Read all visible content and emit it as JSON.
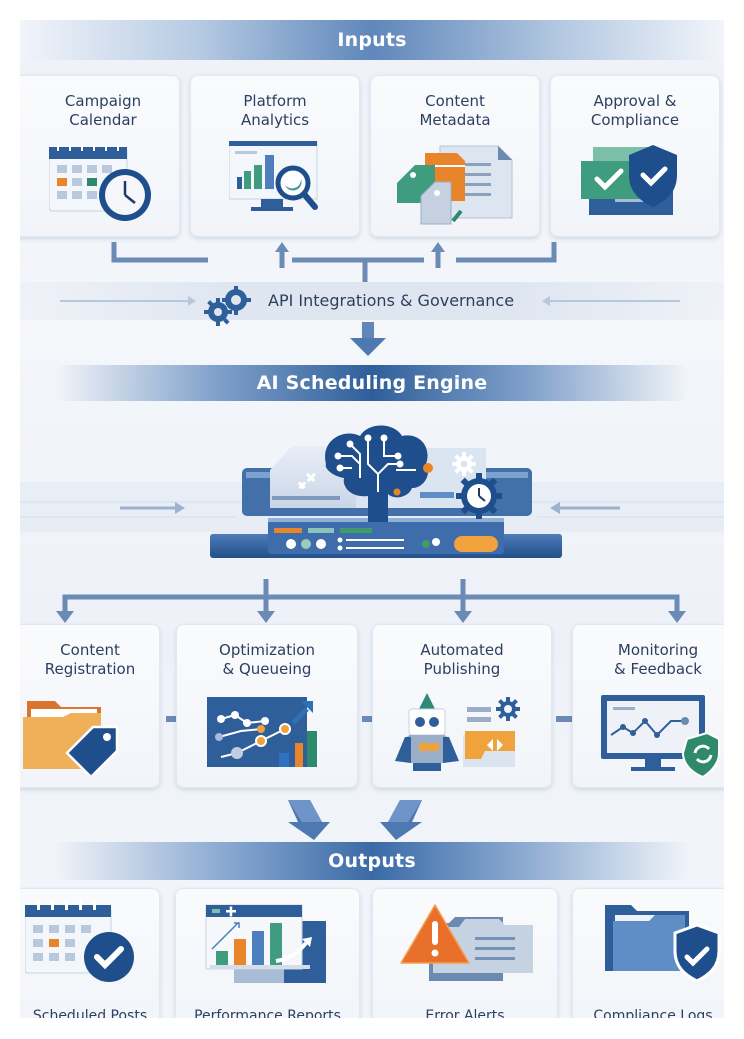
{
  "sections": {
    "inputs": "Inputs",
    "engine": "AI Scheduling Engine",
    "outputs": "Outputs"
  },
  "inputs": [
    {
      "title": "Campaign\nCalendar",
      "icon": "calendar-clock-icon"
    },
    {
      "title": "Platform\n   Analytics",
      "icon": "analytics-monitor-icon"
    },
    {
      "title": "Content\nMetadata",
      "icon": "tags-documents-icon"
    },
    {
      "title": "Approval &\nCompliance",
      "icon": "shield-check-icon"
    }
  ],
  "integration": {
    "label": "API Integrations & Governance",
    "icon": "gears-icon"
  },
  "engine": {
    "icon": "ai-brain-server-icon"
  },
  "process": [
    {
      "title": "Content\nRegistration",
      "icon": "folder-tag-icon"
    },
    {
      "title": "Optimization\n& Queueing",
      "icon": "optimization-chart-icon"
    },
    {
      "title": "Automated\nPublishing",
      "icon": "robot-publisher-icon"
    },
    {
      "title": "Monitoring\n& Feedback",
      "icon": "monitor-refresh-icon"
    }
  ],
  "outputs": [
    {
      "label": "Scheduled Posts",
      "icon": "calendar-check-icon"
    },
    {
      "label": "Performance Reports",
      "icon": "report-chart-icon"
    },
    {
      "label": "Error Alerts",
      "icon": "warning-folder-icon"
    },
    {
      "label": "Compliance Logs",
      "icon": "folder-shield-icon"
    }
  ],
  "colors": {
    "primary": "#2f5f9a",
    "dark_blue": "#1f4e8c",
    "orange": "#e8852a",
    "green": "#3f9c7e",
    "connector": "#6a8bb5"
  }
}
